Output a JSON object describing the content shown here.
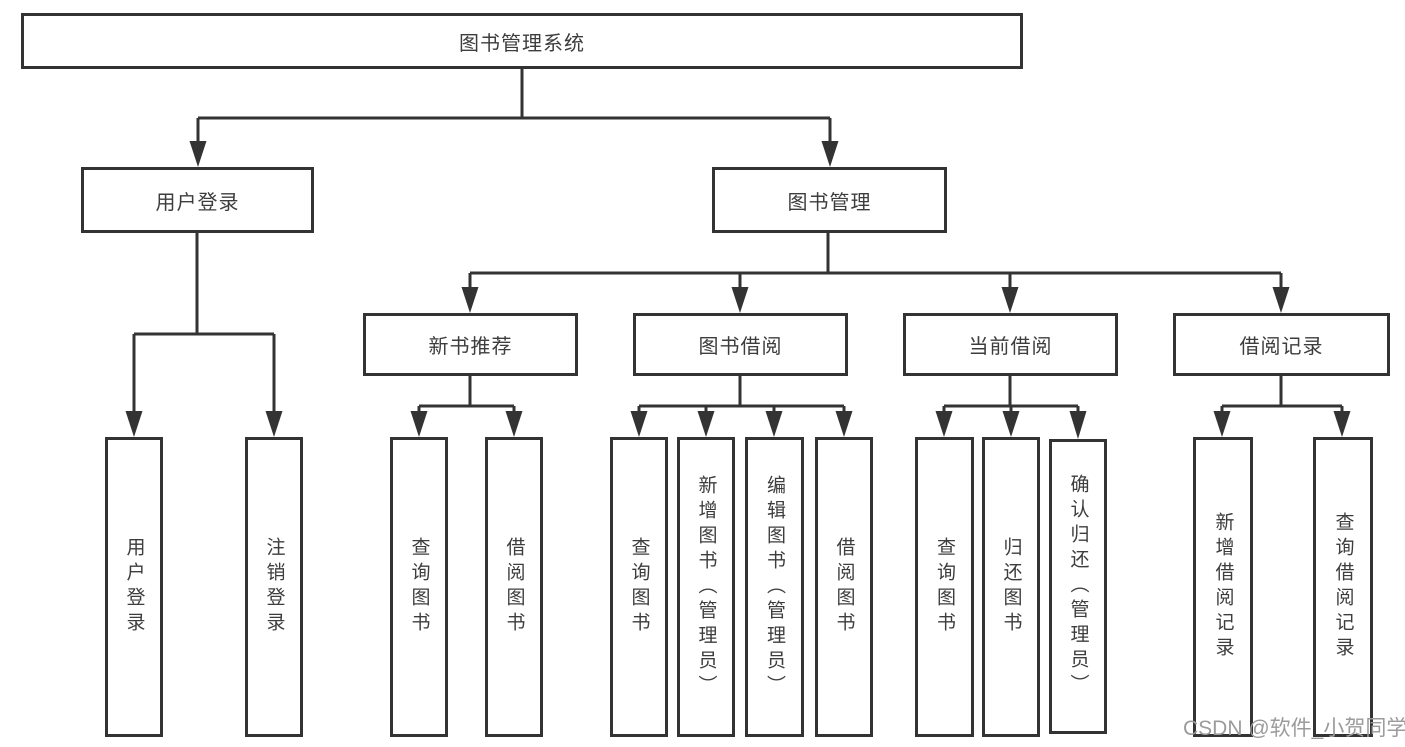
{
  "tree": {
    "root": {
      "label": "图书管理系统"
    },
    "branches": [
      {
        "label": "用户登录",
        "children": [
          {
            "label": "用户登录"
          },
          {
            "label": "注销登录"
          }
        ]
      },
      {
        "label": "图书管理",
        "children": [
          {
            "label": "新书推荐",
            "children": [
              {
                "label": "查询图书"
              },
              {
                "label": "借阅图书"
              }
            ]
          },
          {
            "label": "图书借阅",
            "children": [
              {
                "label": "查询图书"
              },
              {
                "label": "新增图书（管理员）"
              },
              {
                "label": "编辑图书（管理员）"
              },
              {
                "label": "借阅图书"
              }
            ]
          },
          {
            "label": "当前借阅",
            "children": [
              {
                "label": "查询图书"
              },
              {
                "label": "归还图书"
              },
              {
                "label": "确认归还（管理员）"
              }
            ]
          },
          {
            "label": "借阅记录",
            "children": [
              {
                "label": "新增借阅记录"
              },
              {
                "label": "查询借阅记录"
              }
            ]
          }
        ]
      }
    ]
  },
  "watermark": {
    "text": "CSDN @软件_小贺同学"
  },
  "colors": {
    "line": "#333333",
    "text": "#3d3d3d",
    "background": "#ffffff",
    "watermark": "#9b9b9b"
  }
}
